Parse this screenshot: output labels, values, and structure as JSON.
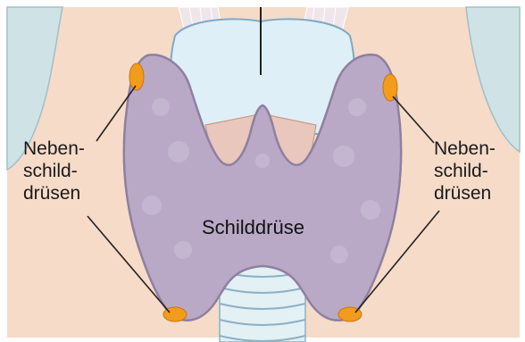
{
  "labels": {
    "left": [
      "Neben-",
      "schild-",
      "drüsen"
    ],
    "right": [
      "Neben-",
      "schild-",
      "drüsen"
    ],
    "center": "Schilddrüse"
  },
  "colors": {
    "skin": "#f6dbc9",
    "side_tissue": "#cfe3e6",
    "thyroid": "#b9a9c7",
    "thyroid_outline": "#8f7fa0",
    "larynx": "#dfeff7",
    "parathyroid": "#f29c1e",
    "muscle": "#e9c7bd"
  }
}
